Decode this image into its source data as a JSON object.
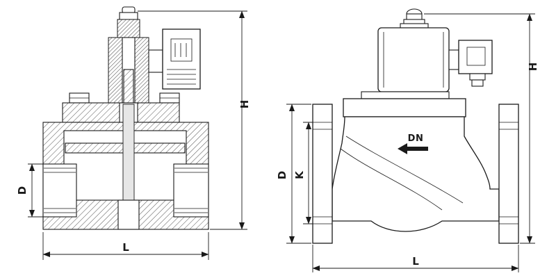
{
  "drawing": {
    "background": "#ffffff",
    "line_color": "#1a1a1a",
    "left_view": {
      "dims": {
        "h": "H",
        "d": "D",
        "l": "L"
      }
    },
    "right_view": {
      "dims": {
        "h": "H",
        "d": "D",
        "k": "K",
        "l": "L"
      },
      "flow_label": "DN"
    }
  }
}
